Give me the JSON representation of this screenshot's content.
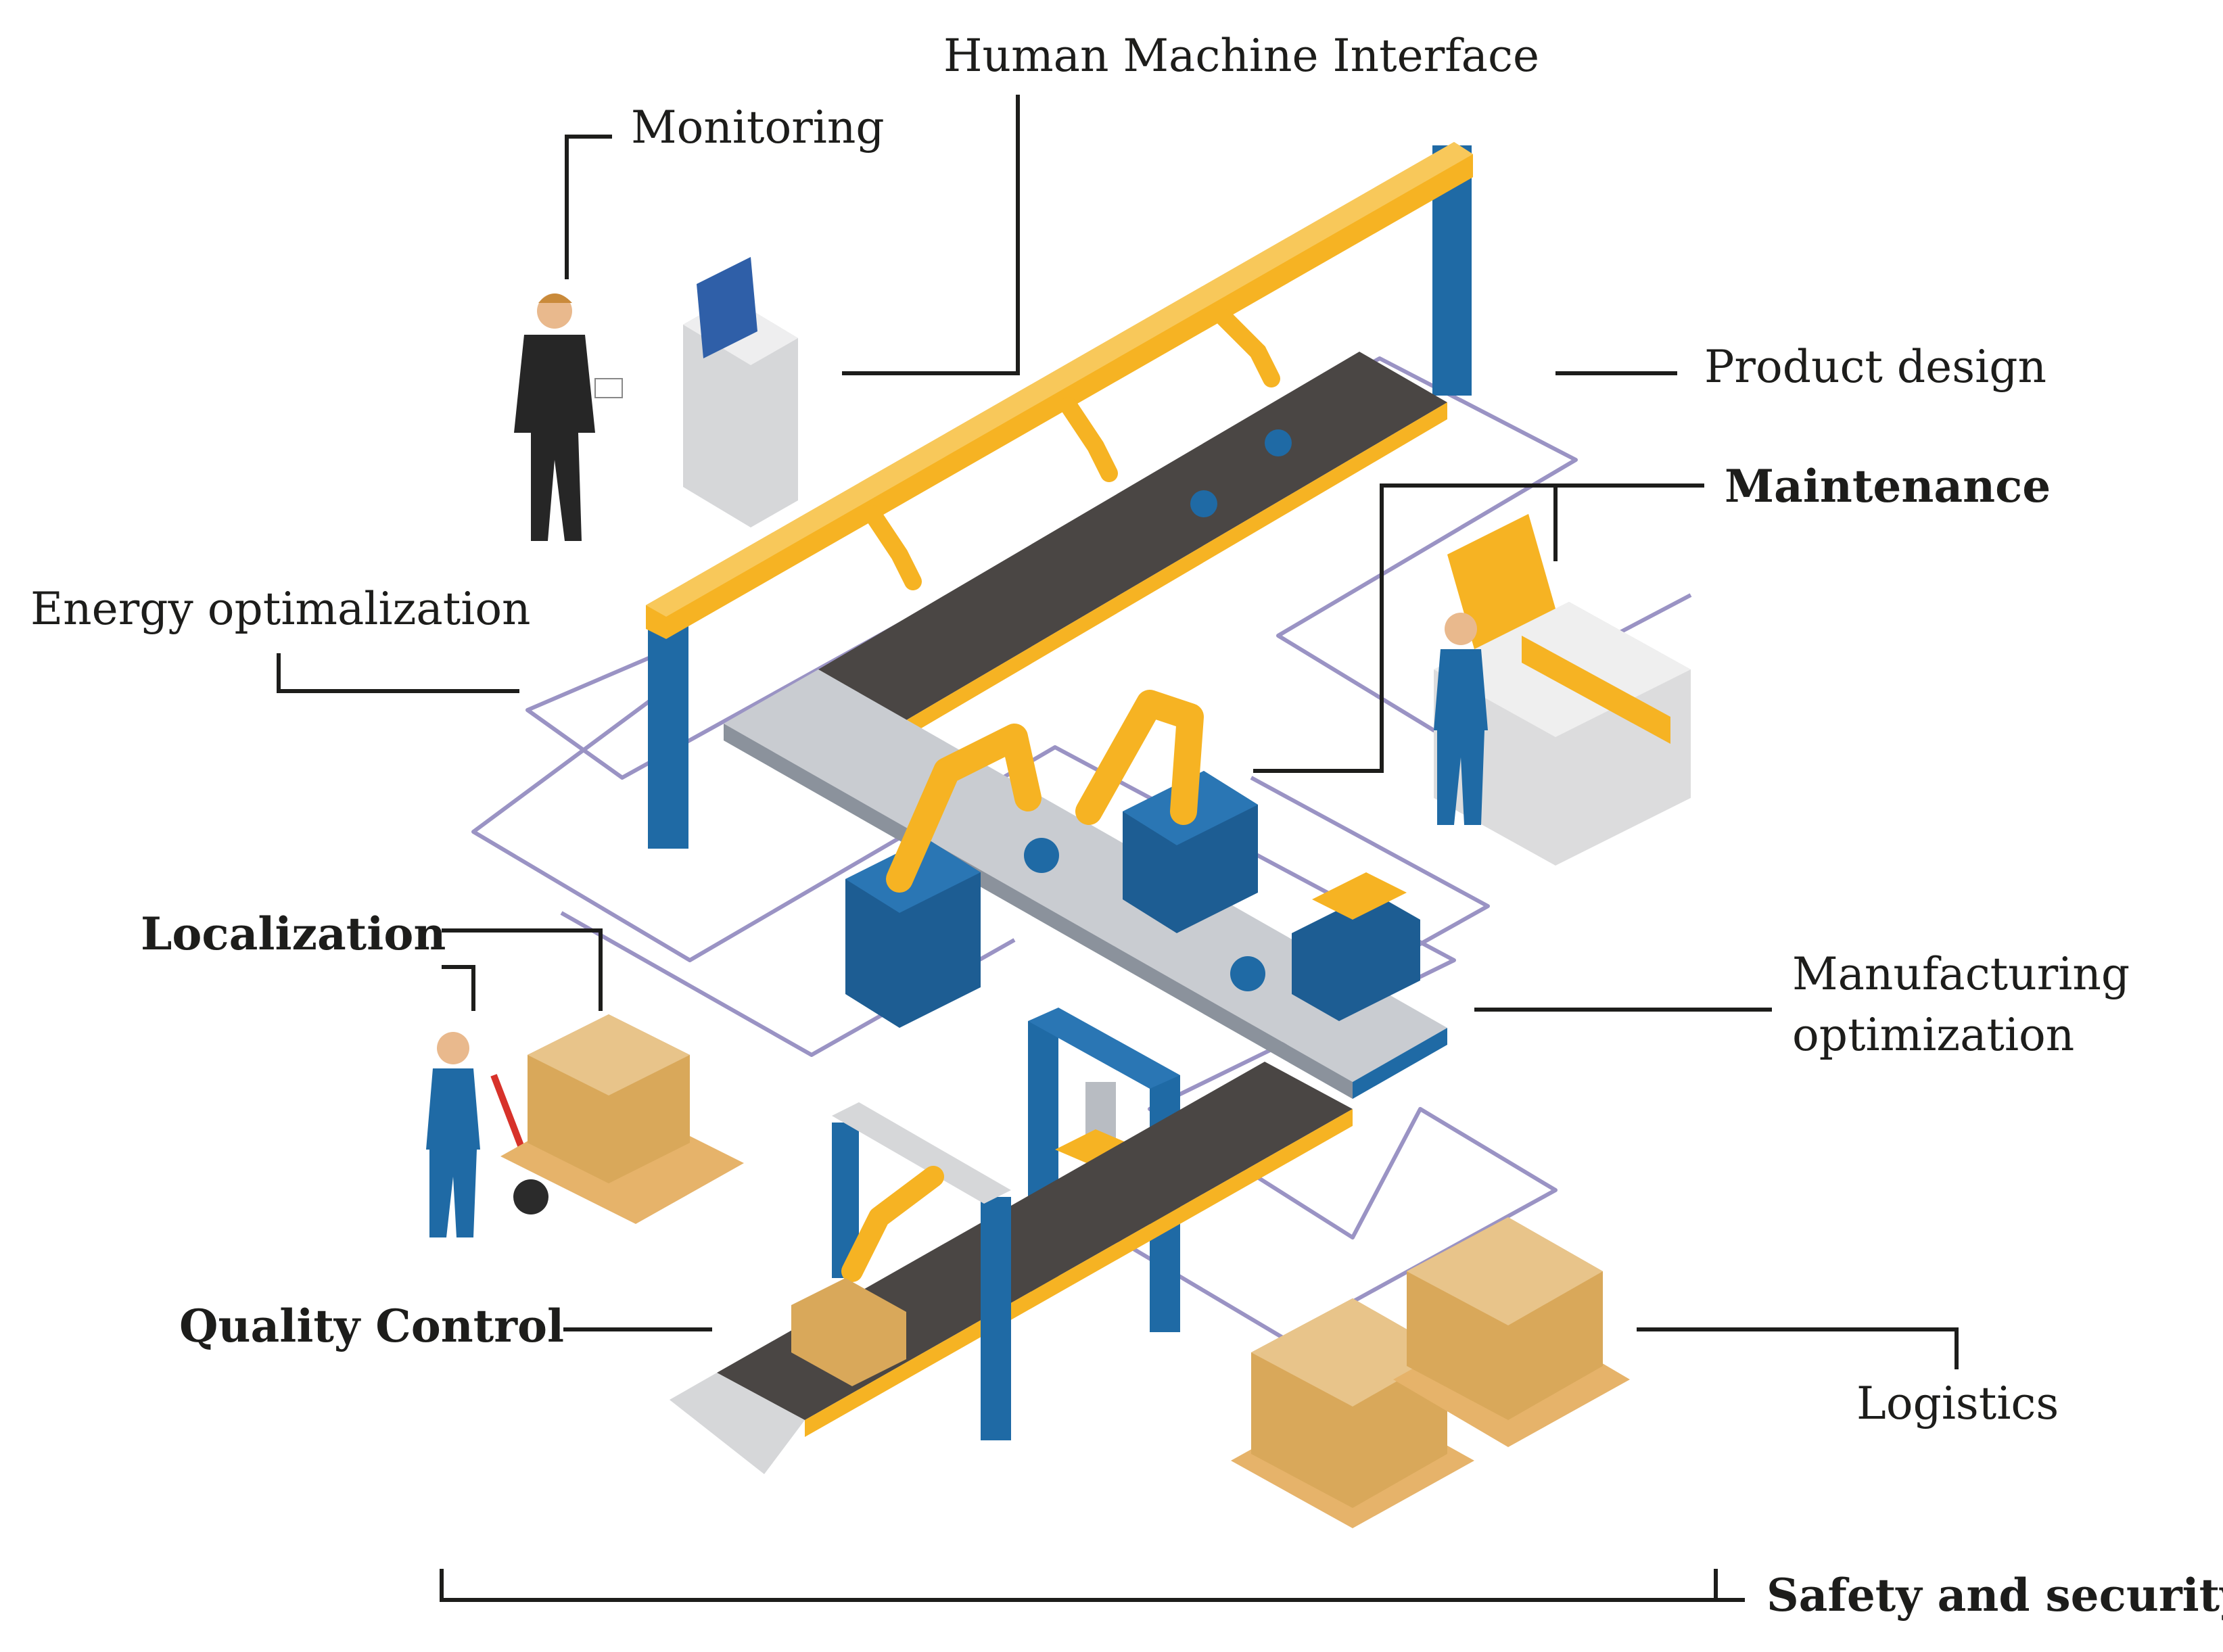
{
  "labels": {
    "hmi": "Human Machine Interface",
    "monitoring": "Monitoring",
    "product_design": "Product design",
    "maintenance": "Maintenance",
    "energy": "Energy optimalization",
    "localization": "Localization",
    "manufacturing_line1": "Manufacturing",
    "manufacturing_line2": "optimization",
    "quality": "Quality Control",
    "logistics": "Logistics",
    "safety": "Safety and security"
  },
  "colors": {
    "gantry_orange": "#f6b323",
    "pillar_blue": "#1f6aa5",
    "belt_dark": "#4a4644",
    "box_tan": "#d9a85a",
    "pallet": "#e6b36a",
    "floor_line": "#9a93c4"
  }
}
